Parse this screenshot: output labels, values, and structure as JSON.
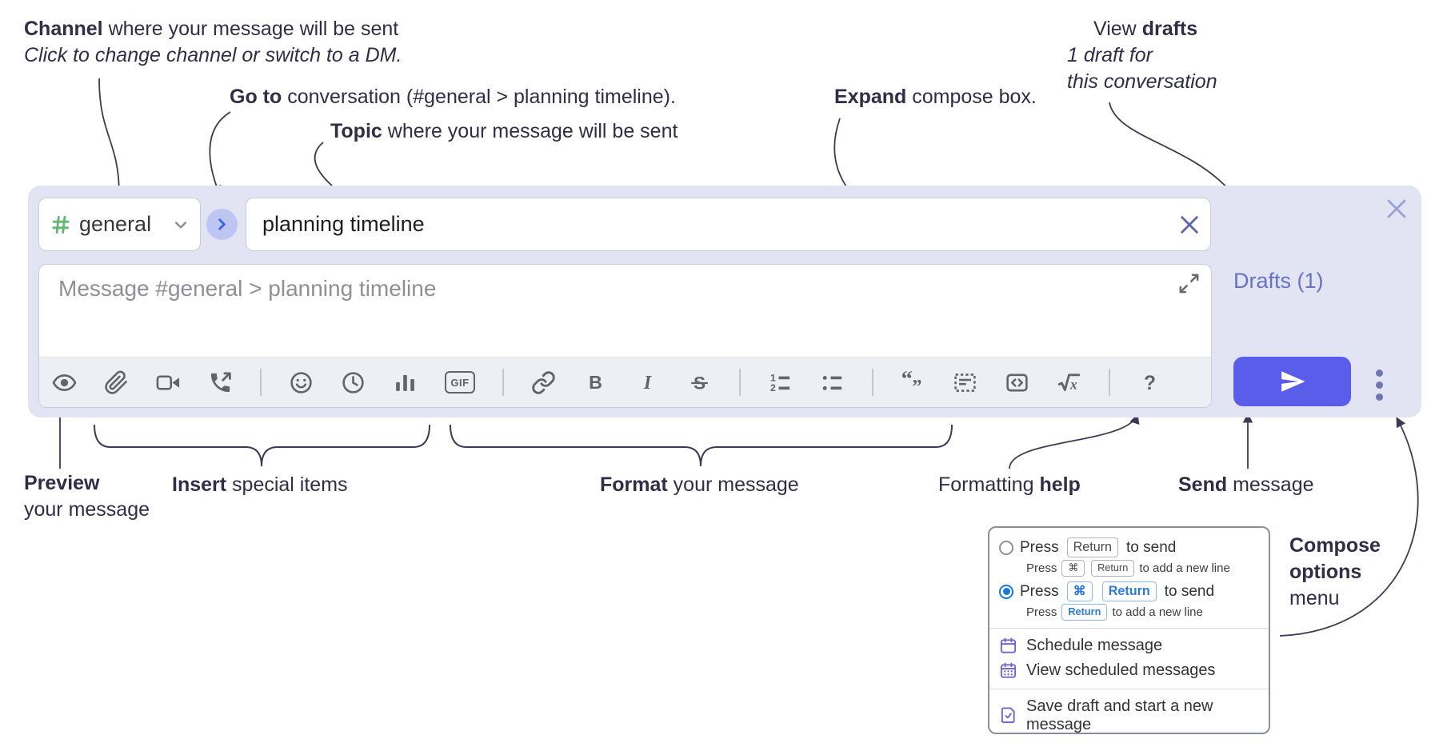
{
  "colors": {
    "compose_background": "#e2e4f3",
    "send_button": "#5a5cea",
    "drafts_link": "#6673c2",
    "channel_hash_green": "#63b575",
    "go_to_button_bg": "#bdc6f2",
    "go_to_chevron_blue": "#3c63d9",
    "selected_key_blue": "#2b7bdb",
    "radio_selected_blue": "#1b76d5",
    "menu_icon_purple": "#7065c9",
    "annotation_ink": "#2f2e49",
    "toolbar_icon_gray": "#63636b"
  },
  "annotations": {
    "channel": {
      "bold": "Channel",
      "rest": " where your message will be sent",
      "line2": "Click to change channel or switch to a DM."
    },
    "go_to": {
      "bold": "Go to",
      "rest": " conversation (#general > planning timeline)."
    },
    "topic": {
      "bold": "Topic",
      "rest": " where your message will be sent"
    },
    "expand": {
      "bold": "Expand",
      "rest": " compose box."
    },
    "view_drafts": {
      "pre": "View ",
      "bold": "drafts",
      "line2": "1 draft for",
      "line3": "this conversation"
    },
    "preview": {
      "bold": "Preview",
      "line2": "your message"
    },
    "insert": {
      "bold": "Insert",
      "rest": " special items"
    },
    "format": {
      "bold": "Format",
      "rest": " your message"
    },
    "formatting_help": {
      "pre": "Formatting ",
      "bold": "help"
    },
    "send": {
      "bold": "Send",
      "rest": " message"
    },
    "compose_options": {
      "line1": "Compose",
      "line2": "options",
      "line3": "menu"
    }
  },
  "compose": {
    "channel": {
      "name": "general"
    },
    "topic": {
      "value": "planning timeline"
    },
    "message": {
      "placeholder": "Message #general > planning timeline"
    },
    "drafts_link": "Drafts (1)",
    "gif_label": "GIF",
    "toolbar": {
      "groups": [
        [
          "preview",
          "attach",
          "video-call",
          "voice-call"
        ],
        [
          "emoji",
          "time",
          "poll",
          "gif"
        ],
        [
          "link",
          "bold",
          "italic",
          "strikethrough"
        ],
        [
          "numbered-list",
          "bulleted-list"
        ],
        [
          "quote",
          "spoiler",
          "code",
          "math"
        ],
        [
          "help"
        ]
      ]
    }
  },
  "options_menu": {
    "option_enter": {
      "press": "Press",
      "key": "Return",
      "action": "to send",
      "sub_press": "Press",
      "sub_key1": "⌘",
      "sub_key2": "Return",
      "sub_action": "to add a new line"
    },
    "option_cmd_enter": {
      "press": "Press",
      "key1": "⌘",
      "key2": "Return",
      "action": "to send",
      "sub_press": "Press",
      "sub_key": "Return",
      "sub_action": "to add a new line"
    },
    "items": [
      {
        "icon": "calendar-icon",
        "label": "Schedule message"
      },
      {
        "icon": "calendar-grid-icon",
        "label": "View scheduled messages"
      },
      {
        "icon": "draft-save-icon",
        "label": "Save draft and start a new message"
      }
    ]
  }
}
